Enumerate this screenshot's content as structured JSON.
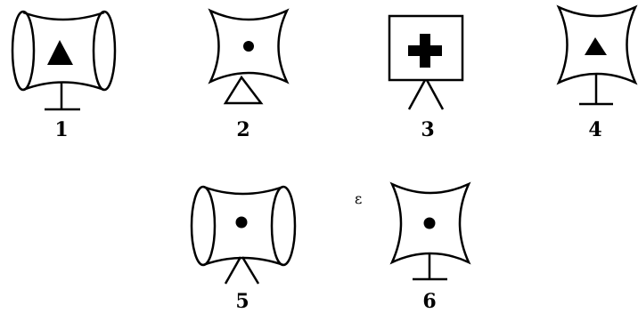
{
  "figures": [
    {
      "label": "1",
      "shape": "cylinder",
      "symbol": "triangle",
      "base": "t-stand"
    },
    {
      "label": "2",
      "shape": "concave-square",
      "symbol": "dot",
      "base": "triangle"
    },
    {
      "label": "3",
      "shape": "square",
      "symbol": "cross",
      "base": "tripod"
    },
    {
      "label": "4",
      "shape": "concave-square",
      "symbol": "triangle",
      "base": "t-stand"
    },
    {
      "label": "5",
      "shape": "cylinder",
      "symbol": "dot",
      "base": "tripod"
    },
    {
      "label": "6",
      "shape": "concave-square",
      "symbol": "dot",
      "base": "t-stand"
    }
  ],
  "stray_mark": "ε",
  "colors": {
    "ink": "#000000",
    "paper": "#ffffff"
  }
}
